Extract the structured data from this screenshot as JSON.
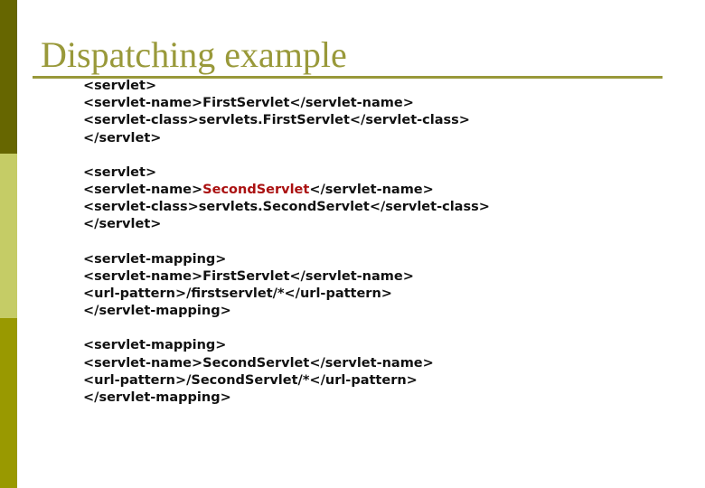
{
  "slide": {
    "title": "Dispatching example",
    "colors": {
      "background": "#ffffff",
      "accent": "#99993a",
      "bar_top": "#666600",
      "bar_middle": "#c5cc66",
      "bar_bottom": "#999900",
      "code_text": "#111111",
      "highlight": "#aa1111"
    },
    "code_blocks": [
      {
        "name": "servlet-declaration-first",
        "lines": [
          [
            {
              "t": "<servlet>"
            }
          ],
          [
            {
              "t": "<servlet-name>FirstServlet</servlet-name>"
            }
          ],
          [
            {
              "t": "<servlet-class>servlets.FirstServlet</servlet-class>"
            }
          ],
          [
            {
              "t": "</servlet>"
            }
          ]
        ]
      },
      {
        "name": "servlet-declaration-second",
        "lines": [
          [
            {
              "t": "<servlet>"
            }
          ],
          [
            {
              "t": "<servlet-name>"
            },
            {
              "t": "SecondServlet",
              "highlight": true
            },
            {
              "t": "</servlet-name>"
            }
          ],
          [
            {
              "t": "<servlet-class>servlets.SecondServlet</servlet-class>"
            }
          ],
          [
            {
              "t": "</servlet>"
            }
          ]
        ]
      },
      {
        "name": "servlet-mapping-first",
        "lines": [
          [
            {
              "t": "<servlet-mapping>"
            }
          ],
          [
            {
              "t": "<servlet-name>FirstServlet</servlet-name>"
            }
          ],
          [
            {
              "t": "<url-pattern>/firstservlet/*</url-pattern>"
            }
          ],
          [
            {
              "t": "</servlet-mapping>"
            }
          ]
        ]
      },
      {
        "name": "servlet-mapping-second",
        "lines": [
          [
            {
              "t": "<servlet-mapping>"
            }
          ],
          [
            {
              "t": "<servlet-name>SecondServlet</servlet-name>"
            }
          ],
          [
            {
              "t": "<url-pattern>/SecondServlet/*</url-pattern>"
            }
          ],
          [
            {
              "t": "</servlet-mapping>"
            }
          ]
        ]
      }
    ]
  }
}
